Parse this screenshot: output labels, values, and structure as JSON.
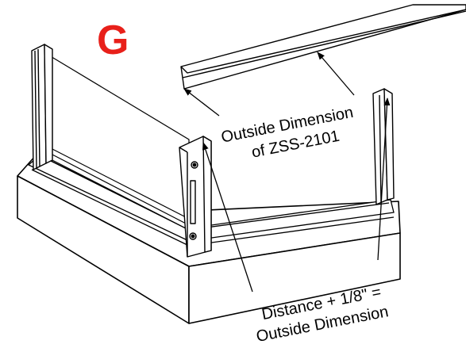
{
  "step_letter": "G",
  "step_color": "#e8201a",
  "callouts": {
    "top_line1": "Outside Dimension",
    "top_line2": "of ZSS-2101",
    "bottom_line1": "Distance + 1/8\" =",
    "bottom_line2": "Outside Dimension"
  },
  "line_color": "#000000"
}
